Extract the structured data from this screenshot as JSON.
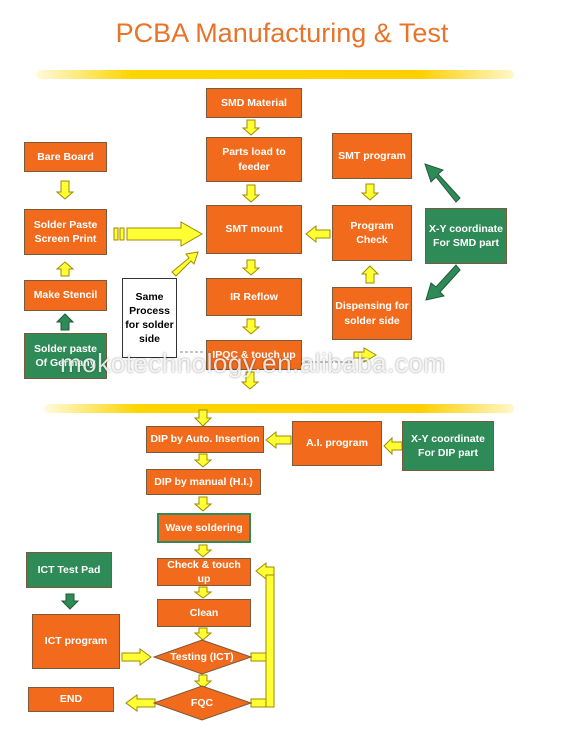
{
  "title": "PCBA Manufacturing & Test",
  "watermark": "mokotechnology.en.alibaba.com",
  "colors": {
    "process": "#f26b1d",
    "material": "#2e8b57",
    "arrow_yellow": "#ffff33",
    "arrow_green": "#2e8b57",
    "title": "#e8742a"
  },
  "nodes": {
    "smd_material": "SMD Material",
    "parts_load": "Parts load to feeder",
    "bare_board": "Bare Board",
    "smt_program": "SMT program",
    "solder_paste_print": "Solder Paste Screen Print",
    "smt_mount": "SMT mount",
    "program_check": "Program Check",
    "xy_smd": "X-Y coordinate For SMD part",
    "make_stencil": "Make Stencil",
    "same_process": "Same Process for solder side",
    "ir_reflow": "IR Reflow",
    "dispensing": "Dispensing for solder side",
    "solder_paste_germany": "Solder paste Of Germany",
    "ipqc": "IPQC & touch up",
    "dip_auto": "DIP by Auto. Insertion",
    "ai_program": "A.I. program",
    "xy_dip": "X-Y coordinate For DIP part",
    "dip_manual": "DIP by manual (H.I.)",
    "wave_soldering": "Wave soldering",
    "ict_test_pad": "ICT Test Pad",
    "check_touch": "Check & touch up",
    "clean": "Clean",
    "ict_program": "ICT program",
    "testing_ict": "Testing (ICT)",
    "end": "END",
    "fqc": "FQC"
  }
}
